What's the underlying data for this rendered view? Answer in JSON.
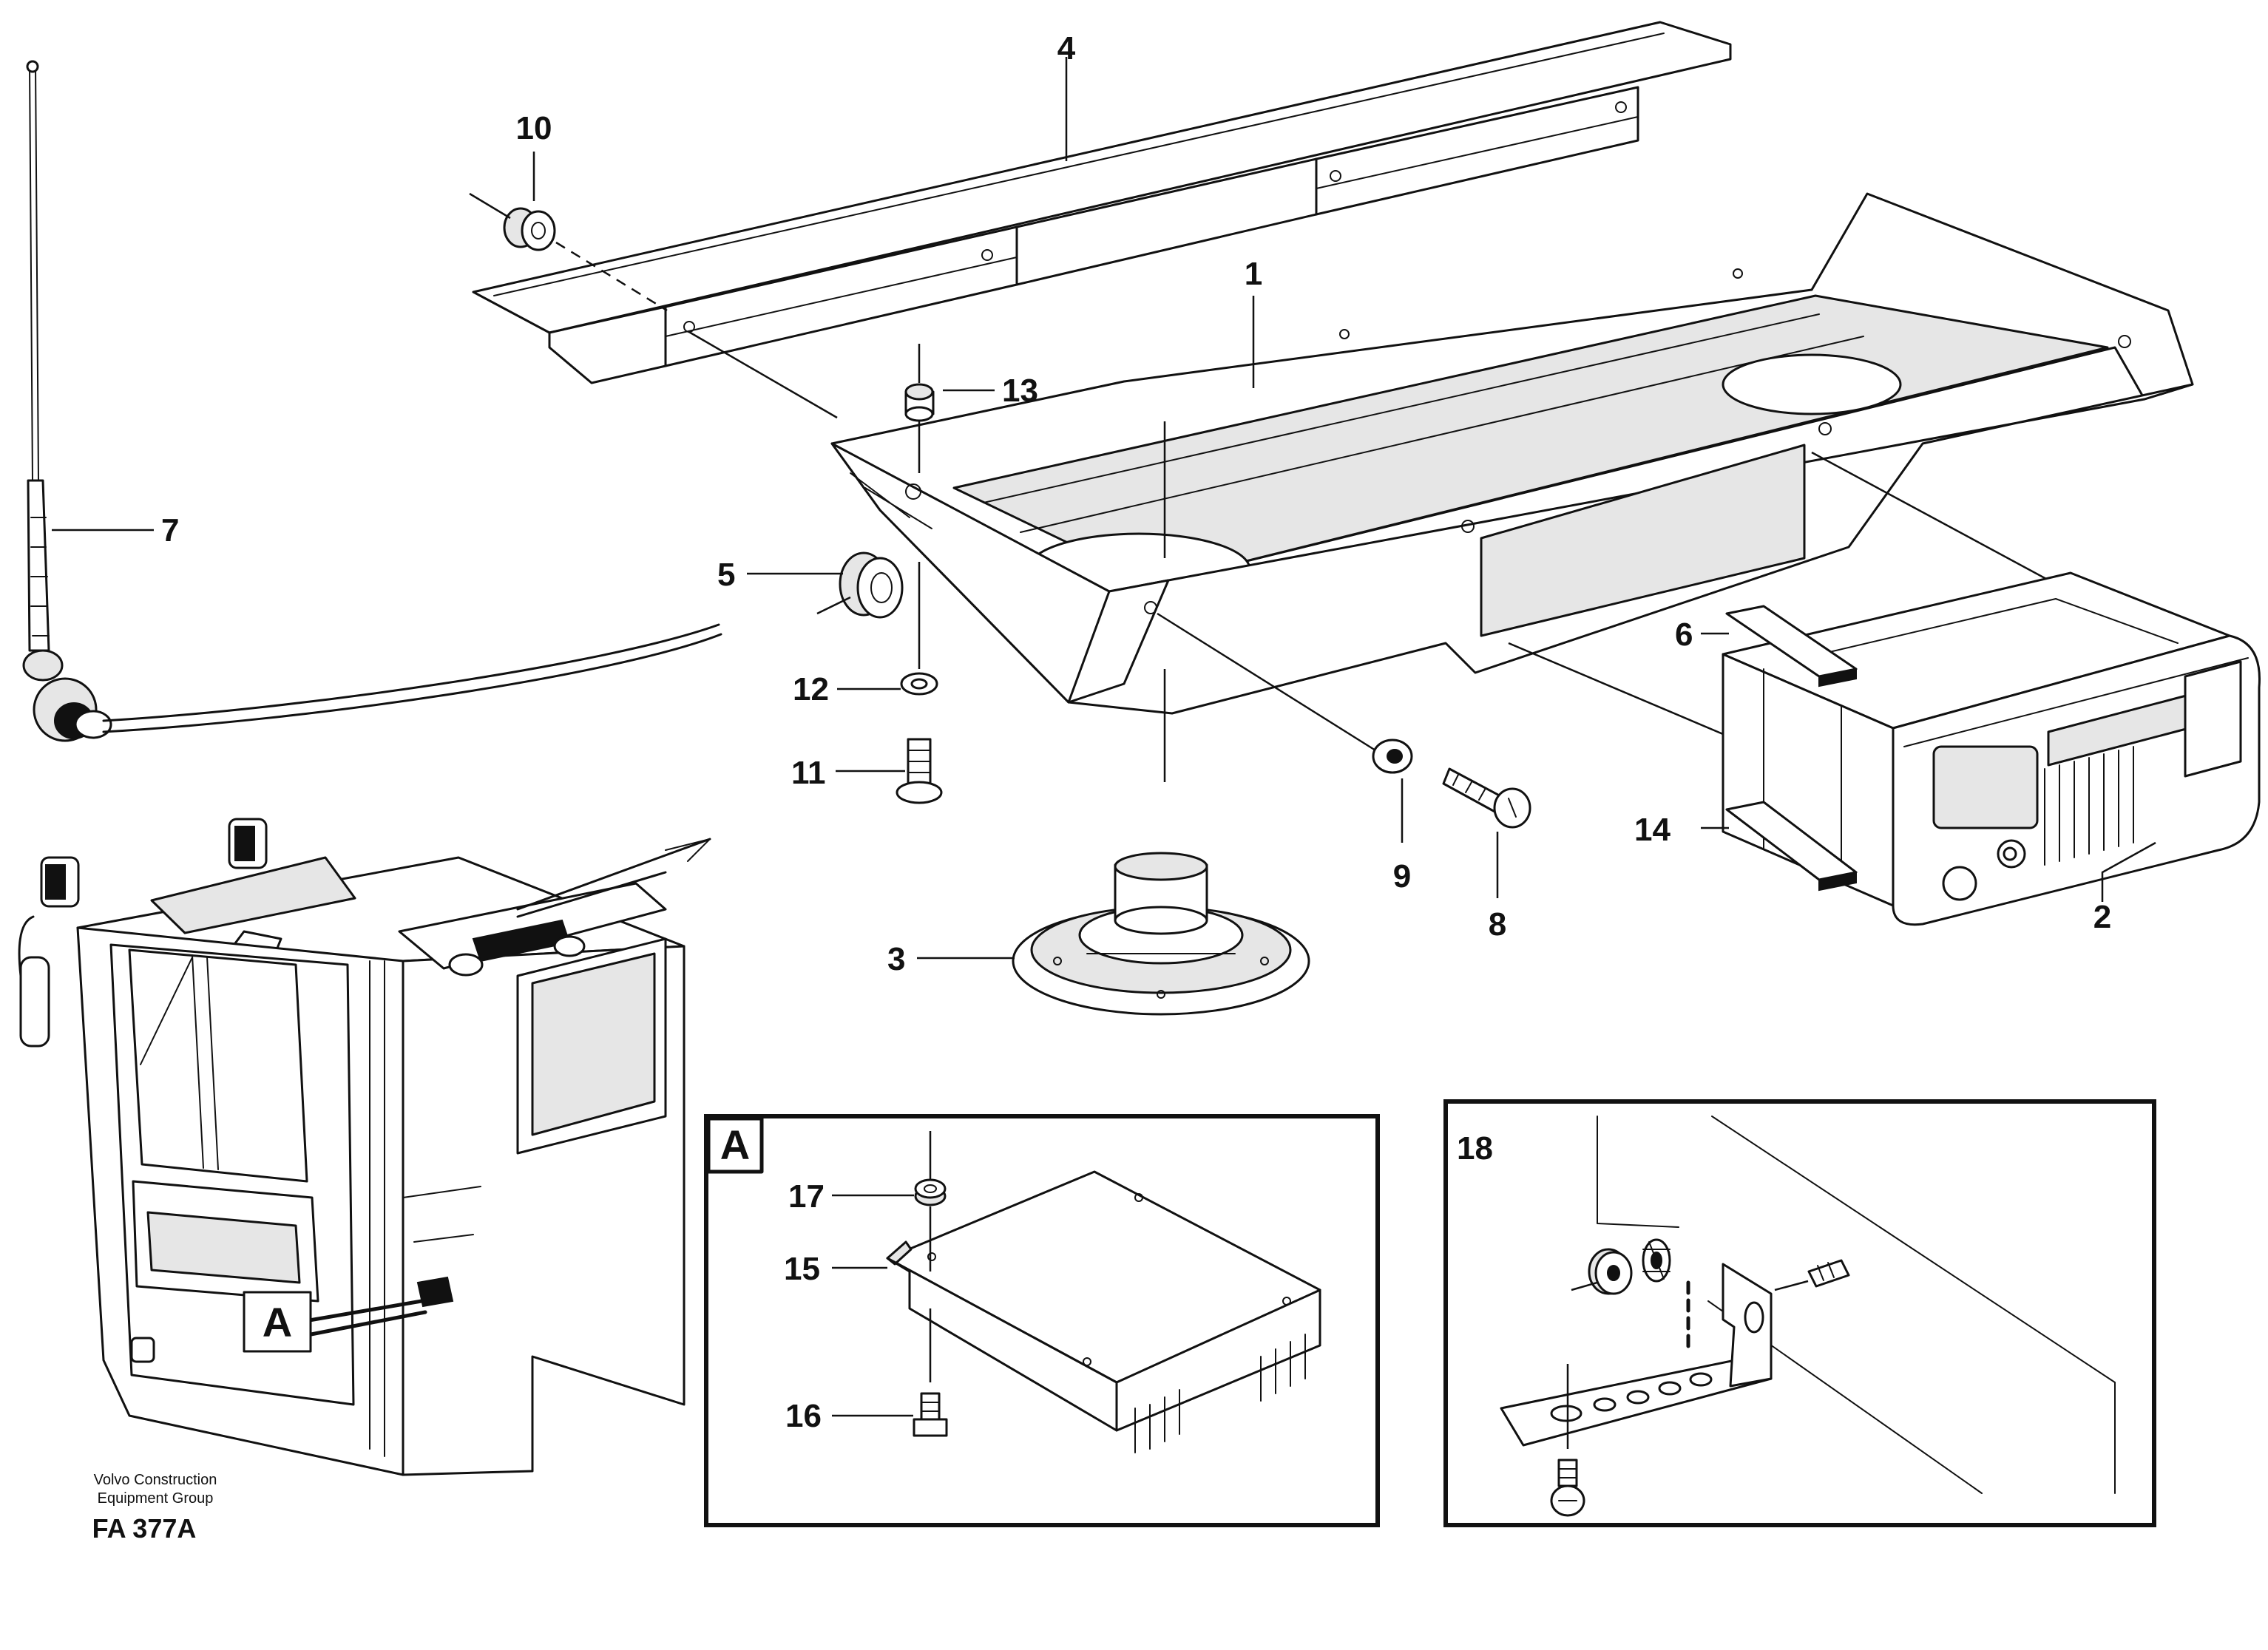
{
  "callouts": [
    "1",
    "2",
    "3",
    "4",
    "5",
    "6",
    "7",
    "8",
    "9",
    "10",
    "11",
    "12",
    "13",
    "14",
    "15",
    "16",
    "17",
    "18"
  ],
  "detail_views": {
    "a": {
      "label": "A"
    },
    "b": {
      "label": "18"
    }
  },
  "cab_reference_label": "A",
  "credit": {
    "line1": "Volvo Construction",
    "line2": "Equipment Group"
  },
  "figure_code": "FA 377A",
  "icons": [
    "antenna",
    "speaker",
    "radio-unit",
    "amplifier",
    "cab",
    "bracket"
  ]
}
